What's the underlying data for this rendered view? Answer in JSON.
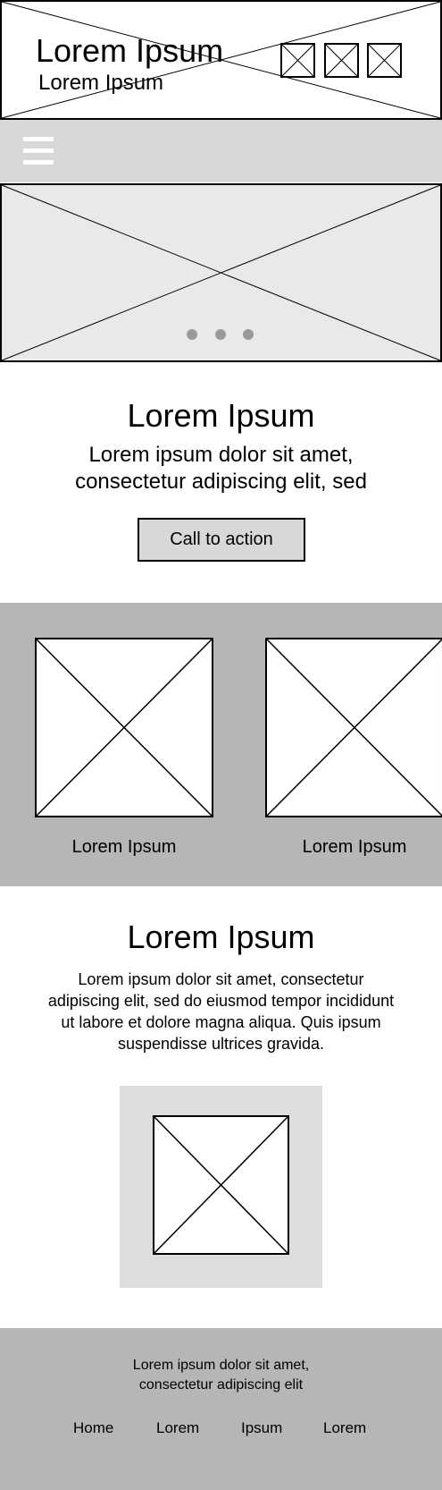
{
  "header": {
    "title": "Lorem Ipsum",
    "subtitle": "Lorem Ipsum",
    "icons": [
      "placeholder-icon",
      "placeholder-icon",
      "placeholder-icon"
    ]
  },
  "nav": {
    "menu_icon": "hamburger-menu-icon"
  },
  "hero": {
    "slide_count": 3
  },
  "intro": {
    "title": "Lorem Ipsum",
    "text": "Lorem ipsum dolor sit amet, consectetur adipiscing elit, sed",
    "cta_label": "Call to action"
  },
  "gallery": {
    "items": [
      {
        "caption": "Lorem Ipsum"
      },
      {
        "caption": "Lorem Ipsum"
      }
    ]
  },
  "content": {
    "title": "Lorem Ipsum",
    "text": "Lorem ipsum dolor sit amet, consectetur adipiscing elit, sed do eiusmod tempor incididunt ut labore et dolore magna aliqua. Quis ipsum suspendisse ultrices gravida."
  },
  "footer": {
    "text": "Lorem ipsum dolor sit amet, consectetur adipiscing elit",
    "links": [
      "Home",
      "Lorem",
      "Ipsum",
      "Lorem"
    ]
  },
  "colors": {
    "nav_bg": "#d8d8d8",
    "hero_bg": "#e9e9e9",
    "section_bg": "#b6b6b6",
    "panel_bg": "#dedede",
    "button_bg": "#d8d8d8"
  }
}
